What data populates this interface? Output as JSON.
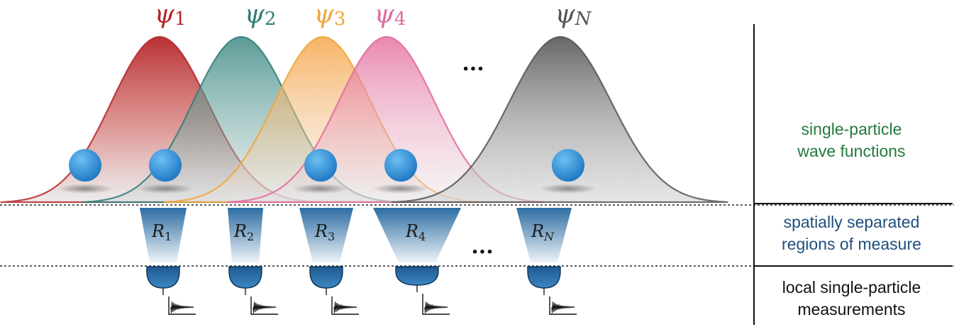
{
  "wavefunctions": [
    {
      "symbol": "ψ",
      "index": "1",
      "color": "#b5262a"
    },
    {
      "symbol": "ψ",
      "index": "2",
      "color": "#2f7d78"
    },
    {
      "symbol": "ψ",
      "index": "3",
      "color": "#f0a43b"
    },
    {
      "symbol": "ψ",
      "index": "4",
      "color": "#e06aa0"
    },
    {
      "symbol": "ψ",
      "index": "N",
      "color": "#555555"
    }
  ],
  "ellipsis": "...",
  "particle_color": "#2f8fd6",
  "regions": [
    {
      "symbol": "R",
      "index": "1"
    },
    {
      "symbol": "R",
      "index": "2"
    },
    {
      "symbol": "R",
      "index": "3"
    },
    {
      "symbol": "R",
      "index": "4"
    },
    {
      "symbol": "R",
      "index": "N"
    }
  ],
  "region_color": "#2d6da3",
  "labels": {
    "wave_functions": [
      "single-particle",
      "wave functions"
    ],
    "regions": [
      "spatially separated",
      "regions of measure"
    ],
    "measurements": [
      "local single-particle",
      "measurements"
    ]
  }
}
